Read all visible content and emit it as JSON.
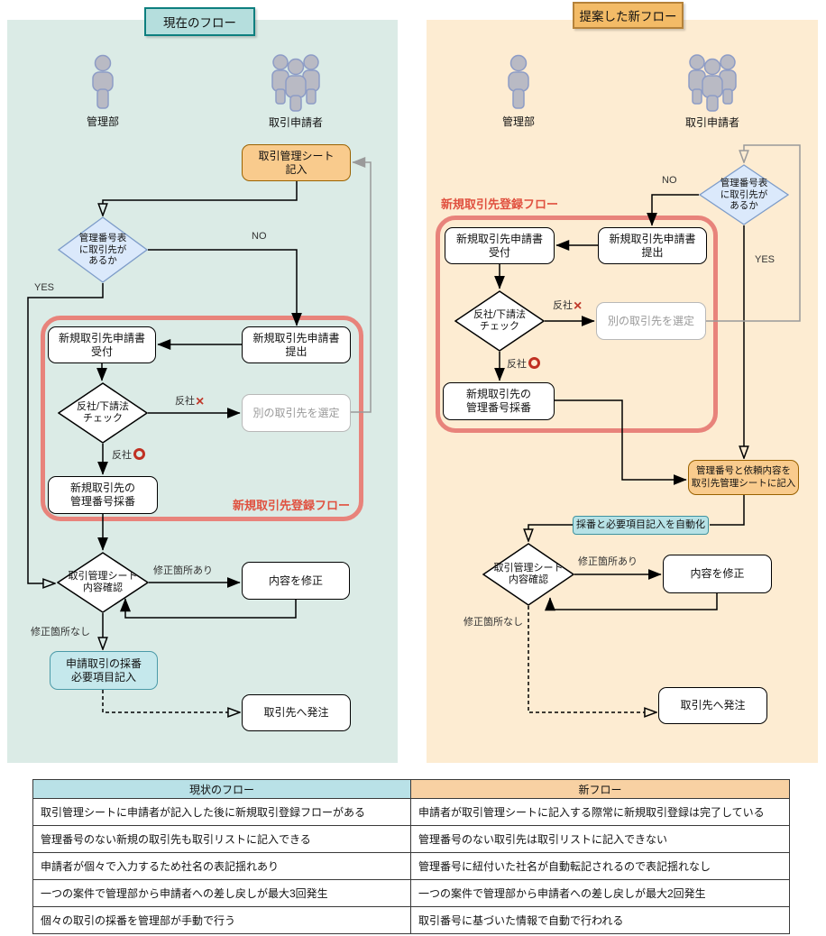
{
  "left": {
    "title": "現在のフロー",
    "actors": {
      "admin": "管理部",
      "applicant": "取引申請者"
    },
    "group_label": "新規取引先登録フロー",
    "nodes": {
      "fill_sheet": "取引管理シート\n記入",
      "has_partner": "管理番号表\nに取引先が\nあるか",
      "accept": "新規取引先申請書\n受付",
      "submit": "新規取引先申請書\n提出",
      "compliance_check": "反社/下請法\nチェック",
      "select_other": "別の取引先を選定",
      "assign_number": "新規取引先の\n管理番号採番",
      "confirm_sheet": "取引管理シート\n内容確認",
      "fix_content": "内容を修正",
      "apply_number": "申請取引の採番\n必要項目記入",
      "order": "取引先へ発注"
    },
    "edge_labels": {
      "no": "NO",
      "yes": "YES",
      "hansha_ng": "反社",
      "hansha_ok": "反社",
      "has_fix": "修正箇所あり",
      "no_fix": "修正箇所なし"
    }
  },
  "right": {
    "title": "提案した新フロー",
    "actors": {
      "admin": "管理部",
      "applicant": "取引申請者"
    },
    "group_label": "新規取引先登録フロー",
    "nodes": {
      "has_partner": "管理番号表\nに取引先が\nあるか",
      "accept": "新規取引先申請書\n受付",
      "submit": "新規取引先申請書\n提出",
      "compliance_check": "反社/下請法\nチェック",
      "select_other": "別の取引先を選定",
      "assign_number": "新規取引先の\n管理番号採番",
      "write_sheet": "管理番号と依頼内容を\n取引先管理シートに記入",
      "automation": "採番と必要項目記入を自動化",
      "confirm_sheet": "取引管理シート\n内容確認",
      "fix_content": "内容を修正",
      "order": "取引先へ発注"
    },
    "edge_labels": {
      "no": "NO",
      "yes": "YES",
      "hansha_ng": "反社",
      "hansha_ok": "反社",
      "has_fix": "修正箇所あり",
      "no_fix": "修正箇所なし"
    }
  },
  "comparison_table": {
    "headers": [
      "現状のフロー",
      "新フロー"
    ],
    "rows": [
      [
        "取引管理シートに申請者が記入した後に新規取引登録フローがある",
        "申請者が取引管理シートに記入する際常に新規取引登録は完了している"
      ],
      [
        "管理番号のない新規の取引先も取引リストに記入できる",
        "管理番号のない取引先は取引リストに記入できない"
      ],
      [
        "申請者が個々で入力するため社名の表記揺れあり",
        "管理番号に紐付いた社名が自動転記されるので表記揺れなし"
      ],
      [
        "一つの案件で管理部から申請者への差し戻しが最大3回発生",
        "一つの案件で管理部から申請者への差し戻しが最大2回発生"
      ],
      [
        "個々の取引の採番を管理部が手動で行う",
        "取引番号に基づいた情報で自動で行われる"
      ]
    ]
  },
  "colors": {
    "current_panel": "#dbebe6",
    "proposed_panel": "#fdecd2",
    "current_accent": "#b9e1e7",
    "proposed_accent": "#f8d1a3",
    "group_border": "#e8837b",
    "ng_mark": "#c0392b",
    "decision_fill": "#dbe9fb"
  }
}
